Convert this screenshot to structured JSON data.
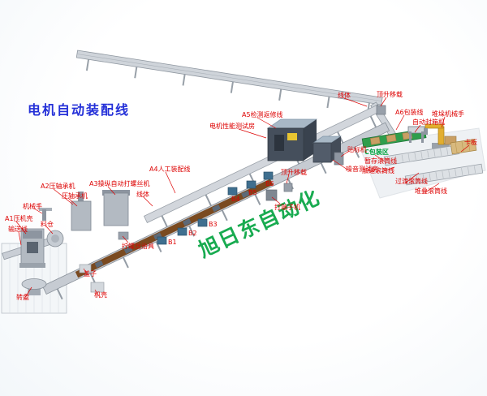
{
  "title": {
    "text": "电机自动装配线"
  },
  "watermark": {
    "text": "旭日东自动化"
  },
  "colors": {
    "label-red": "#dd0000",
    "title-blue": "#2430d8",
    "watermark-green": "#00a33e",
    "belt-brown": "#7a4a20",
    "conveyor-green": "#2f9e4c",
    "bin-blue": "#3f6f8f",
    "room-dark": "#454f5c",
    "robot-yellow": "#e2ae2f"
  },
  "labels": {
    "a1": "A1压机壳",
    "conveyor_in": "输送线",
    "hopper": "料仓",
    "robot_hand": "机械手",
    "a2": "A2压轴承机",
    "press_bearing": "压轴承机",
    "a3": "A3操纵自动打螺丝机",
    "a4": "A4人工装配线",
    "line_body_lower": "线体",
    "screw_jig": "拧螺丝治具",
    "cover": "盖子",
    "shell": "机壳",
    "turntable": "转盘",
    "b1": "B1",
    "b2": "B2",
    "b3": "B3",
    "b4": "B4",
    "b5": "B5",
    "b6": "B6",
    "lift_mid": "顶升移载",
    "terminal_machine": "打端子机",
    "a5": "A5检测返修线",
    "motor_test_room": "电机性能测试房",
    "line_body_upper": "线体",
    "labeling_machine": "贴标机",
    "noise_test_room": "噪音测试房",
    "lift_top": "顶升移载",
    "a6": "A6包装线",
    "carton_sealer": "自动封箱机",
    "palletizer": "堆垛机械手",
    "pallet": "卡板",
    "c_zone": "C包装区",
    "buffer_roller": "暂存滚筒线",
    "accel_roller": "加速滚筒线",
    "transition_roller": "过渡滚筒线",
    "stack_roller": "堆叠滚筒线"
  }
}
